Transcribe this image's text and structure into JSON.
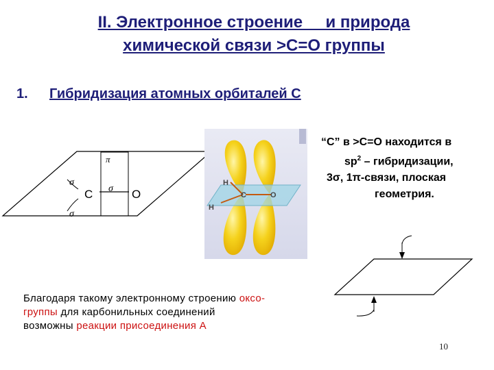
{
  "title": {
    "line1": "II. Электронное строение     и природа",
    "line2": "химической связи >C=O группы"
  },
  "subheading": {
    "number": "1.",
    "text": "Гибридизация атомных орбиталей С"
  },
  "description": {
    "line1": "“С” в >С=О находится в",
    "line2_pre": "sp",
    "line2_sup": "2",
    "line2_post": " – гибридизации,",
    "line3": "3σ, 1π-связи, плоская",
    "line4": "геометрия."
  },
  "diagram_left": {
    "labels": {
      "c": "C",
      "o": "O",
      "pi": "π",
      "sigma_top": "σ",
      "sigma_bottom": "σ",
      "sigma_center": "σ"
    }
  },
  "diagram_model": {
    "h_top": "H",
    "h_bottom": "H",
    "c": "C",
    "o": "O"
  },
  "bottom": {
    "part1": "Благодаря такому электронному строению ",
    "part2_red": "оксо-",
    "part3_red": "группы",
    "part4": " для карбонильных соединений",
    "part5": "возможны ",
    "part6_red": "реакции присоединения А"
  },
  "page_number": "10",
  "colors": {
    "title": "#1e1e78",
    "accent_red": "#cc1111",
    "lobe_yellow": "#f5d21c",
    "plane_blue": "#9fd4e6"
  }
}
